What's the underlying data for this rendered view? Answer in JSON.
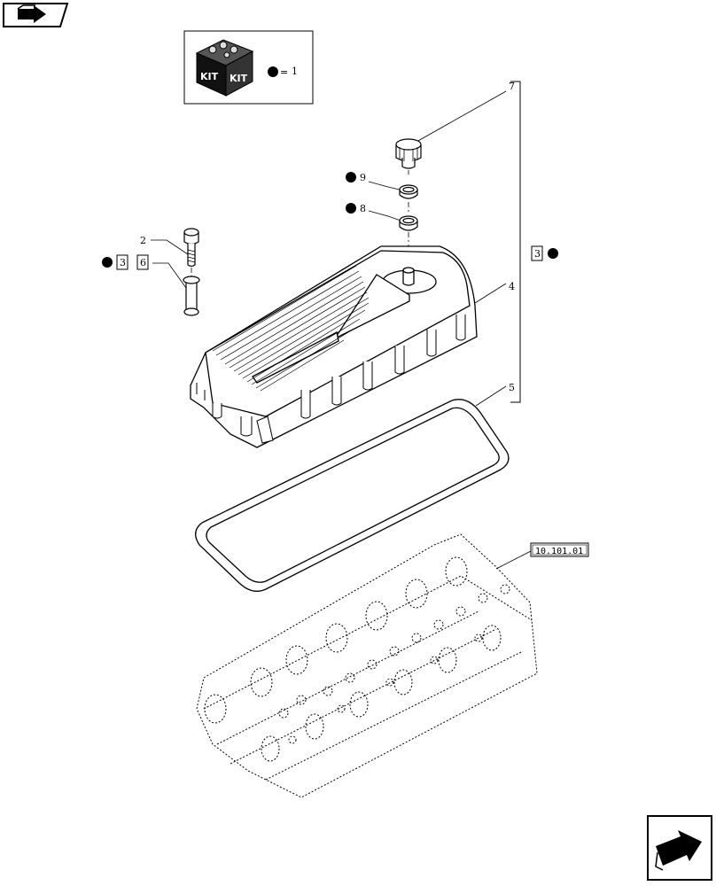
{
  "kit_box": {
    "kit_word_left": "KIT",
    "kit_word_right": "KIT",
    "equals_sign": "=",
    "legend_value": "1"
  },
  "callouts": {
    "c2": "2",
    "c3_left": "3",
    "c6": "6",
    "c7": "7",
    "c9": "9",
    "c8": "8",
    "c3_right": "3",
    "c4": "4",
    "c5": "5"
  },
  "reference": "10.101.01",
  "icons": [
    "nav-back-icon",
    "kit-package-icon",
    "nav-next-icon",
    "kit-marker-dot-icon"
  ]
}
